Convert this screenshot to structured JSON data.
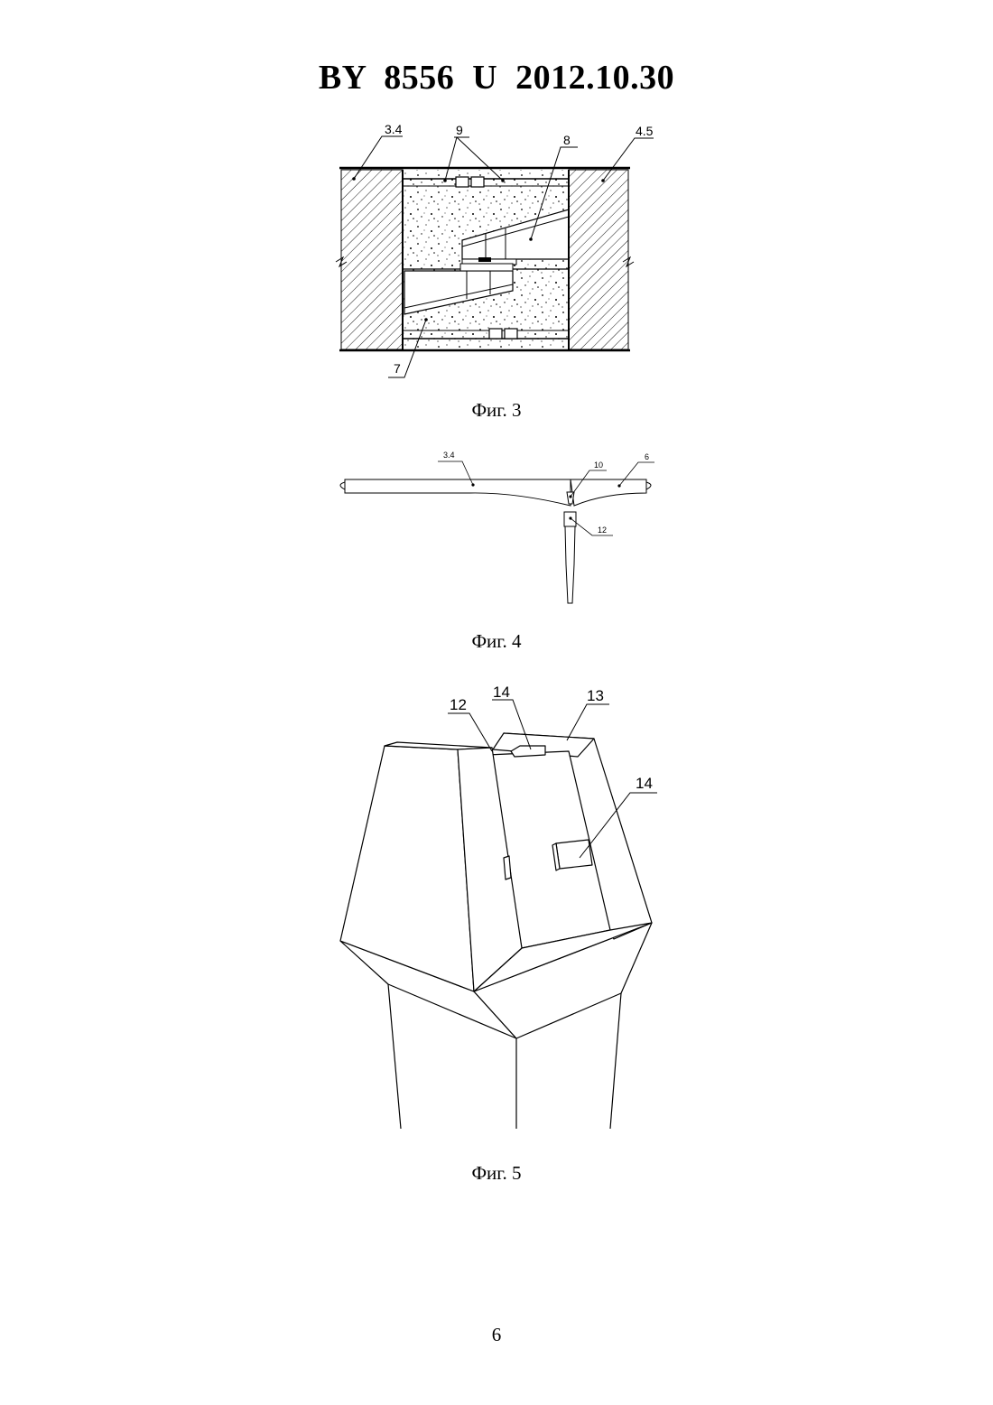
{
  "header": {
    "title": "BY  8556  U  2012.10.30"
  },
  "figures": [
    {
      "caption": "Фиг. 3",
      "labels": {
        "a": "3.4",
        "b": "9",
        "c": "8",
        "d": "4.5",
        "e": "7"
      }
    },
    {
      "caption": "Фиг. 4",
      "labels": {
        "a": "3.4",
        "b": "10",
        "c": "6",
        "d": "12"
      }
    },
    {
      "caption": "Фиг. 5",
      "labels": {
        "a": "12",
        "b": "14",
        "c": "13",
        "d": "14"
      }
    }
  ],
  "page_number": "6"
}
